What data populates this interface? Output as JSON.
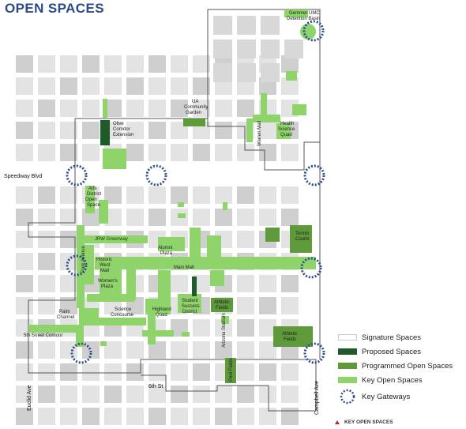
{
  "title": "OPEN SPACES",
  "colors": {
    "key": "#8fd46b",
    "programmed": "#5f9a3a",
    "proposed": "#1f5b2a",
    "gateway": "#2e4c8f",
    "building": "#d5d5d5",
    "road": "#ffffff",
    "boundary": "#555555"
  },
  "labels": {
    "gemmer": "Gemmer UMC",
    "detention": "Detention Basin",
    "ua_community_1": "UA",
    "ua_community_2": "Community",
    "ua_community_3": "Garden",
    "olive_1": "Olive",
    "olive_2": "Corridor",
    "olive_3": "Extension",
    "health_1": "Health",
    "health_2": "Science",
    "health_3": "Quad",
    "warren_mall": "Warren Mall",
    "arts_1": "Arts",
    "arts_2": "District",
    "arts_3": "Open",
    "arts_4": "Space",
    "jrw": "JRW Greenway",
    "alumni_1": "Alumni",
    "alumni_2": "Plaza",
    "tennis_1": "Tennis",
    "tennis_2": "Courts",
    "historic_1": "Historic",
    "historic_2": "West",
    "historic_3": "Mall",
    "main_mall": "Main Mall",
    "womens_1": "Women's",
    "womens_2": "Plaza",
    "student_1": "Student",
    "student_2": "Success",
    "student_3": "District",
    "athletic1_1": "Athletic",
    "athletic1_2": "Fields",
    "palm_1": "Palm",
    "palm_2": "Channel",
    "science_1": "Science",
    "science_2": "Concourse",
    "highland_1": "Highland",
    "highland_2": "Quad",
    "athletic2_1": "Athletic",
    "athletic2_2": "Fields",
    "fifth_street": "5th Street Corridor",
    "arizona_stadium": "Arizona Stadium",
    "pool": "Pool Fields",
    "park": "Park Avenue"
  },
  "streets": {
    "speedway": "Speedway Blvd",
    "sixth": "6th St",
    "euclid": "Euclid Ave",
    "campbell": "Campbell Ave"
  },
  "legend": {
    "signature": "Signature Spaces",
    "proposed": "Proposed Spaces",
    "programmed": "Programmed Open Spaces",
    "key": "Key Open Spaces",
    "gateways": "Key Gateways"
  },
  "footer": "KEY OPEN SPACES"
}
